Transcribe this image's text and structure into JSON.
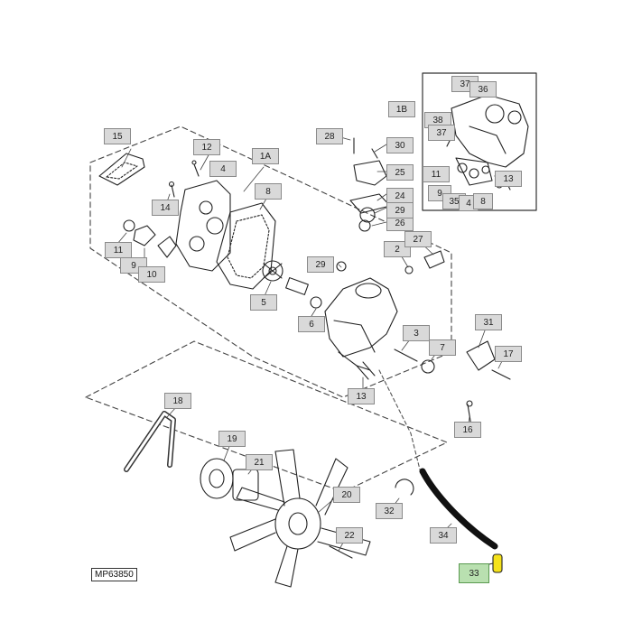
{
  "figure_ref": "MP63850",
  "highlight_color": "#f5e21b",
  "callouts": [
    {
      "id": "c37a",
      "label": "37"
    },
    {
      "id": "c36",
      "label": "36"
    },
    {
      "id": "c1b",
      "label": "1B"
    },
    {
      "id": "c38",
      "label": "38"
    },
    {
      "id": "c37b",
      "label": "37"
    },
    {
      "id": "c11b",
      "label": "11"
    },
    {
      "id": "c9b",
      "label": "9"
    },
    {
      "id": "c35",
      "label": "35"
    },
    {
      "id": "c4b",
      "label": "4"
    },
    {
      "id": "c8b",
      "label": "8"
    },
    {
      "id": "c13b",
      "label": "13"
    },
    {
      "id": "c15",
      "label": "15"
    },
    {
      "id": "c12",
      "label": "12"
    },
    {
      "id": "c1a",
      "label": "1A"
    },
    {
      "id": "c4a",
      "label": "4"
    },
    {
      "id": "c8a",
      "label": "8"
    },
    {
      "id": "c14",
      "label": "14"
    },
    {
      "id": "c11a",
      "label": "11"
    },
    {
      "id": "c9a",
      "label": "9"
    },
    {
      "id": "c10",
      "label": "10"
    },
    {
      "id": "c28",
      "label": "28"
    },
    {
      "id": "c30",
      "label": "30"
    },
    {
      "id": "c25",
      "label": "25"
    },
    {
      "id": "c24",
      "label": "24"
    },
    {
      "id": "c26",
      "label": "26"
    },
    {
      "id": "c29b",
      "label": "29"
    },
    {
      "id": "c2",
      "label": "2"
    },
    {
      "id": "c27",
      "label": "27"
    },
    {
      "id": "c29a",
      "label": "29"
    },
    {
      "id": "c5",
      "label": "5"
    },
    {
      "id": "c6",
      "label": "6"
    },
    {
      "id": "c3",
      "label": "3"
    },
    {
      "id": "c7",
      "label": "7"
    },
    {
      "id": "c31",
      "label": "31"
    },
    {
      "id": "c17",
      "label": "17"
    },
    {
      "id": "c13a",
      "label": "13"
    },
    {
      "id": "c16",
      "label": "16"
    },
    {
      "id": "c18",
      "label": "18"
    },
    {
      "id": "c19",
      "label": "19"
    },
    {
      "id": "c21",
      "label": "21"
    },
    {
      "id": "c20",
      "label": "20"
    },
    {
      "id": "c32",
      "label": "32"
    },
    {
      "id": "c22",
      "label": "22"
    },
    {
      "id": "c34",
      "label": "34"
    },
    {
      "id": "c33",
      "label": "33",
      "highlighted": true
    }
  ]
}
